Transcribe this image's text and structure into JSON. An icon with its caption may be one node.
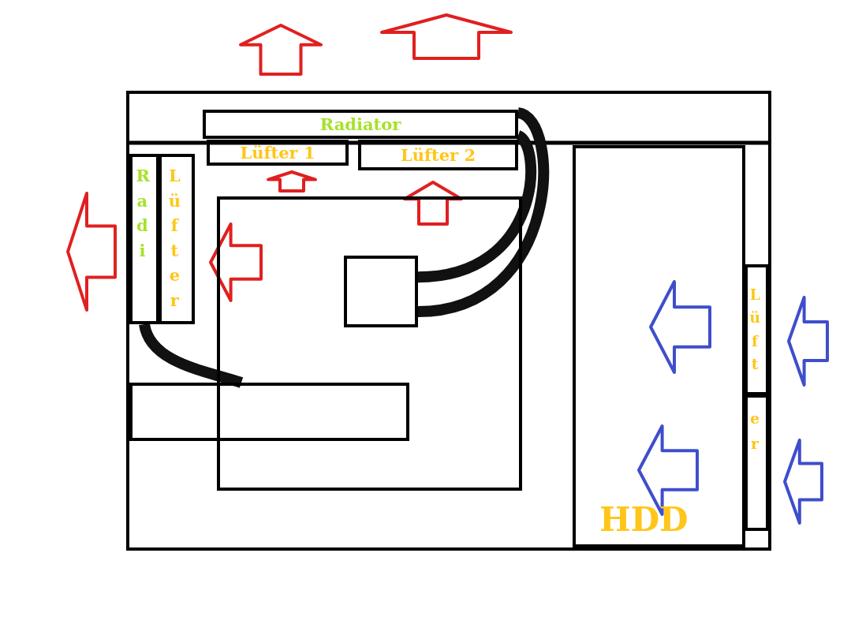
{
  "diagram": {
    "nodes": [
      {
        "text": [],
        "shape": "box"
      },
      {
        "text": [
          "Radiator"
        ],
        "in": 0
      },
      {
        "text": [
          "Lüfter 1"
        ],
        "in": 0
      },
      {
        "text": [
          "Lüfter 2"
        ],
        "in": 0
      },
      {
        "text": [
          "Radi"
        ],
        "in": 0
      },
      {
        "text": [
          "Lüfter"
        ],
        "in": 0
      },
      {
        "text": [],
        "shape": "box",
        "in": 0
      },
      {
        "text": [],
        "shape": "box",
        "in": 6
      },
      {
        "text": [],
        "shape": "box",
        "in": 0
      },
      {
        "text": [
          "HDD"
        ],
        "in": 0
      },
      {
        "text": [
          "Lüft"
        ],
        "in": 0
      },
      {
        "text": [
          "er"
        ],
        "in": 0
      }
    ],
    "edges": [
      {
        "from": 1,
        "to": 7,
        "arrow": "none"
      },
      {
        "from": 1,
        "to": 7,
        "arrow": "none"
      },
      {
        "from": 4,
        "to": 8,
        "arrow": "none"
      }
    ]
  }
}
